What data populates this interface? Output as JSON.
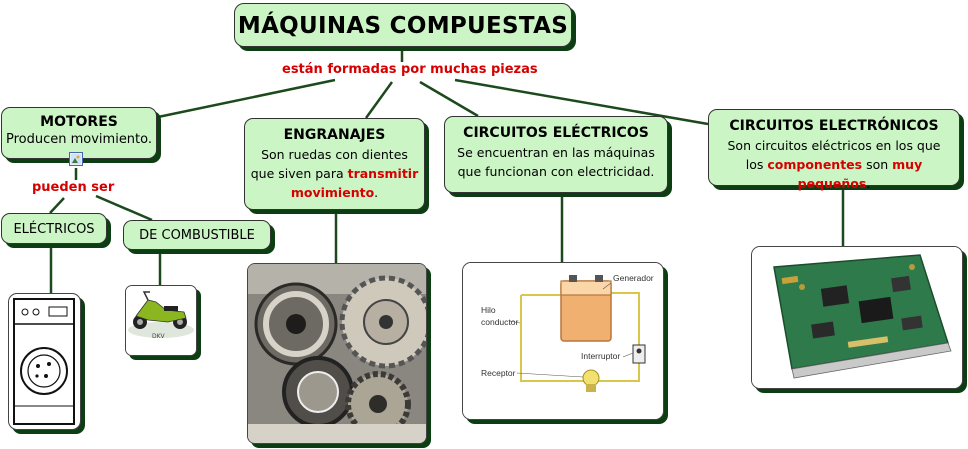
{
  "root": {
    "title": "MÁQUINAS COMPUESTAS"
  },
  "root_link": "están formadas por muchas piezas",
  "motores": {
    "title": "MOTORES",
    "desc": "Producen movimiento."
  },
  "motores_link": "pueden ser",
  "electricos": {
    "title": "ELÉCTRICOS"
  },
  "combustible": {
    "title": "DE COMBUSTIBLE"
  },
  "engranajes": {
    "title": "ENGRANAJES",
    "desc_1": "Son ruedas con dientes",
    "desc_2": "que siven para ",
    "desc_red_1": "transmitir",
    "desc_red_2": "movimiento",
    "desc_end": "."
  },
  "circuitos_electricos": {
    "title": "CIRCUITOS ELÉCTRICOS",
    "desc_1": "Se encuentran en las máquinas",
    "desc_2": "que funcionan con electricidad."
  },
  "circuitos_electronicos": {
    "title": "CIRCUITOS ELECTRÓNICOS",
    "desc_1": "Son circuitos eléctricos en los que",
    "desc_2a": "los ",
    "desc_red_1": "componentes",
    "desc_2b": " son ",
    "desc_red_2": "muy pequeños",
    "desc_end": "."
  },
  "circuit_diagram": {
    "label_generador": "Generador",
    "label_hilo_1": "Hilo",
    "label_hilo_2": "conductor",
    "label_interruptor": "Interruptor",
    "label_receptor": "Receptor"
  },
  "colors": {
    "node_fill": "#ccf5c6",
    "shadow": "#0d3d12",
    "accent_red": "#d60000"
  }
}
